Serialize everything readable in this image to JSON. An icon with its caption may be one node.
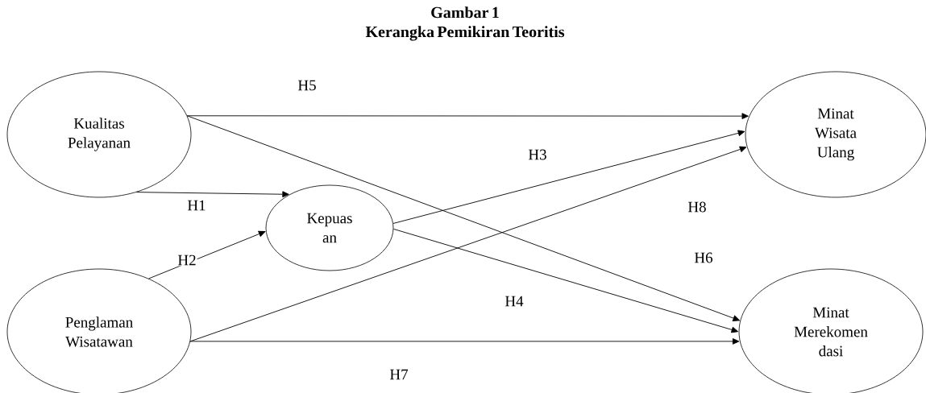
{
  "diagram": {
    "title": "Gambar 1 Kerangka Pemikiran Teoritis",
    "nodes": [
      {
        "text": [
          "Kualitas Pelayanan"
        ]
      },
      {
        "text": [
          "Kepuas an"
        ]
      },
      {
        "text": [
          "Penglaman Wisatawan"
        ]
      },
      {
        "text": [
          "Minat Wisata Ulang"
        ]
      },
      {
        "text": [
          "Minat Merekomen dasi"
        ]
      }
    ],
    "edges": [
      {
        "from": 0,
        "to": 1,
        "arrow": "to",
        "label": "H1"
      },
      {
        "from": 2,
        "to": 1,
        "arrow": "to",
        "label": "H2"
      },
      {
        "from": 1,
        "to": 3,
        "arrow": "to",
        "label": "H3"
      },
      {
        "from": 1,
        "to": 4,
        "arrow": "to",
        "label": "H4"
      },
      {
        "from": 0,
        "to": 3,
        "arrow": "to",
        "label": "H5"
      },
      {
        "from": 0,
        "to": 4,
        "arrow": "to",
        "label": "H6"
      },
      {
        "from": 2,
        "to": 4,
        "arrow": "to",
        "label": "H7"
      },
      {
        "from": 2,
        "to": 3,
        "arrow": "to",
        "label": "H8"
      }
    ]
  }
}
